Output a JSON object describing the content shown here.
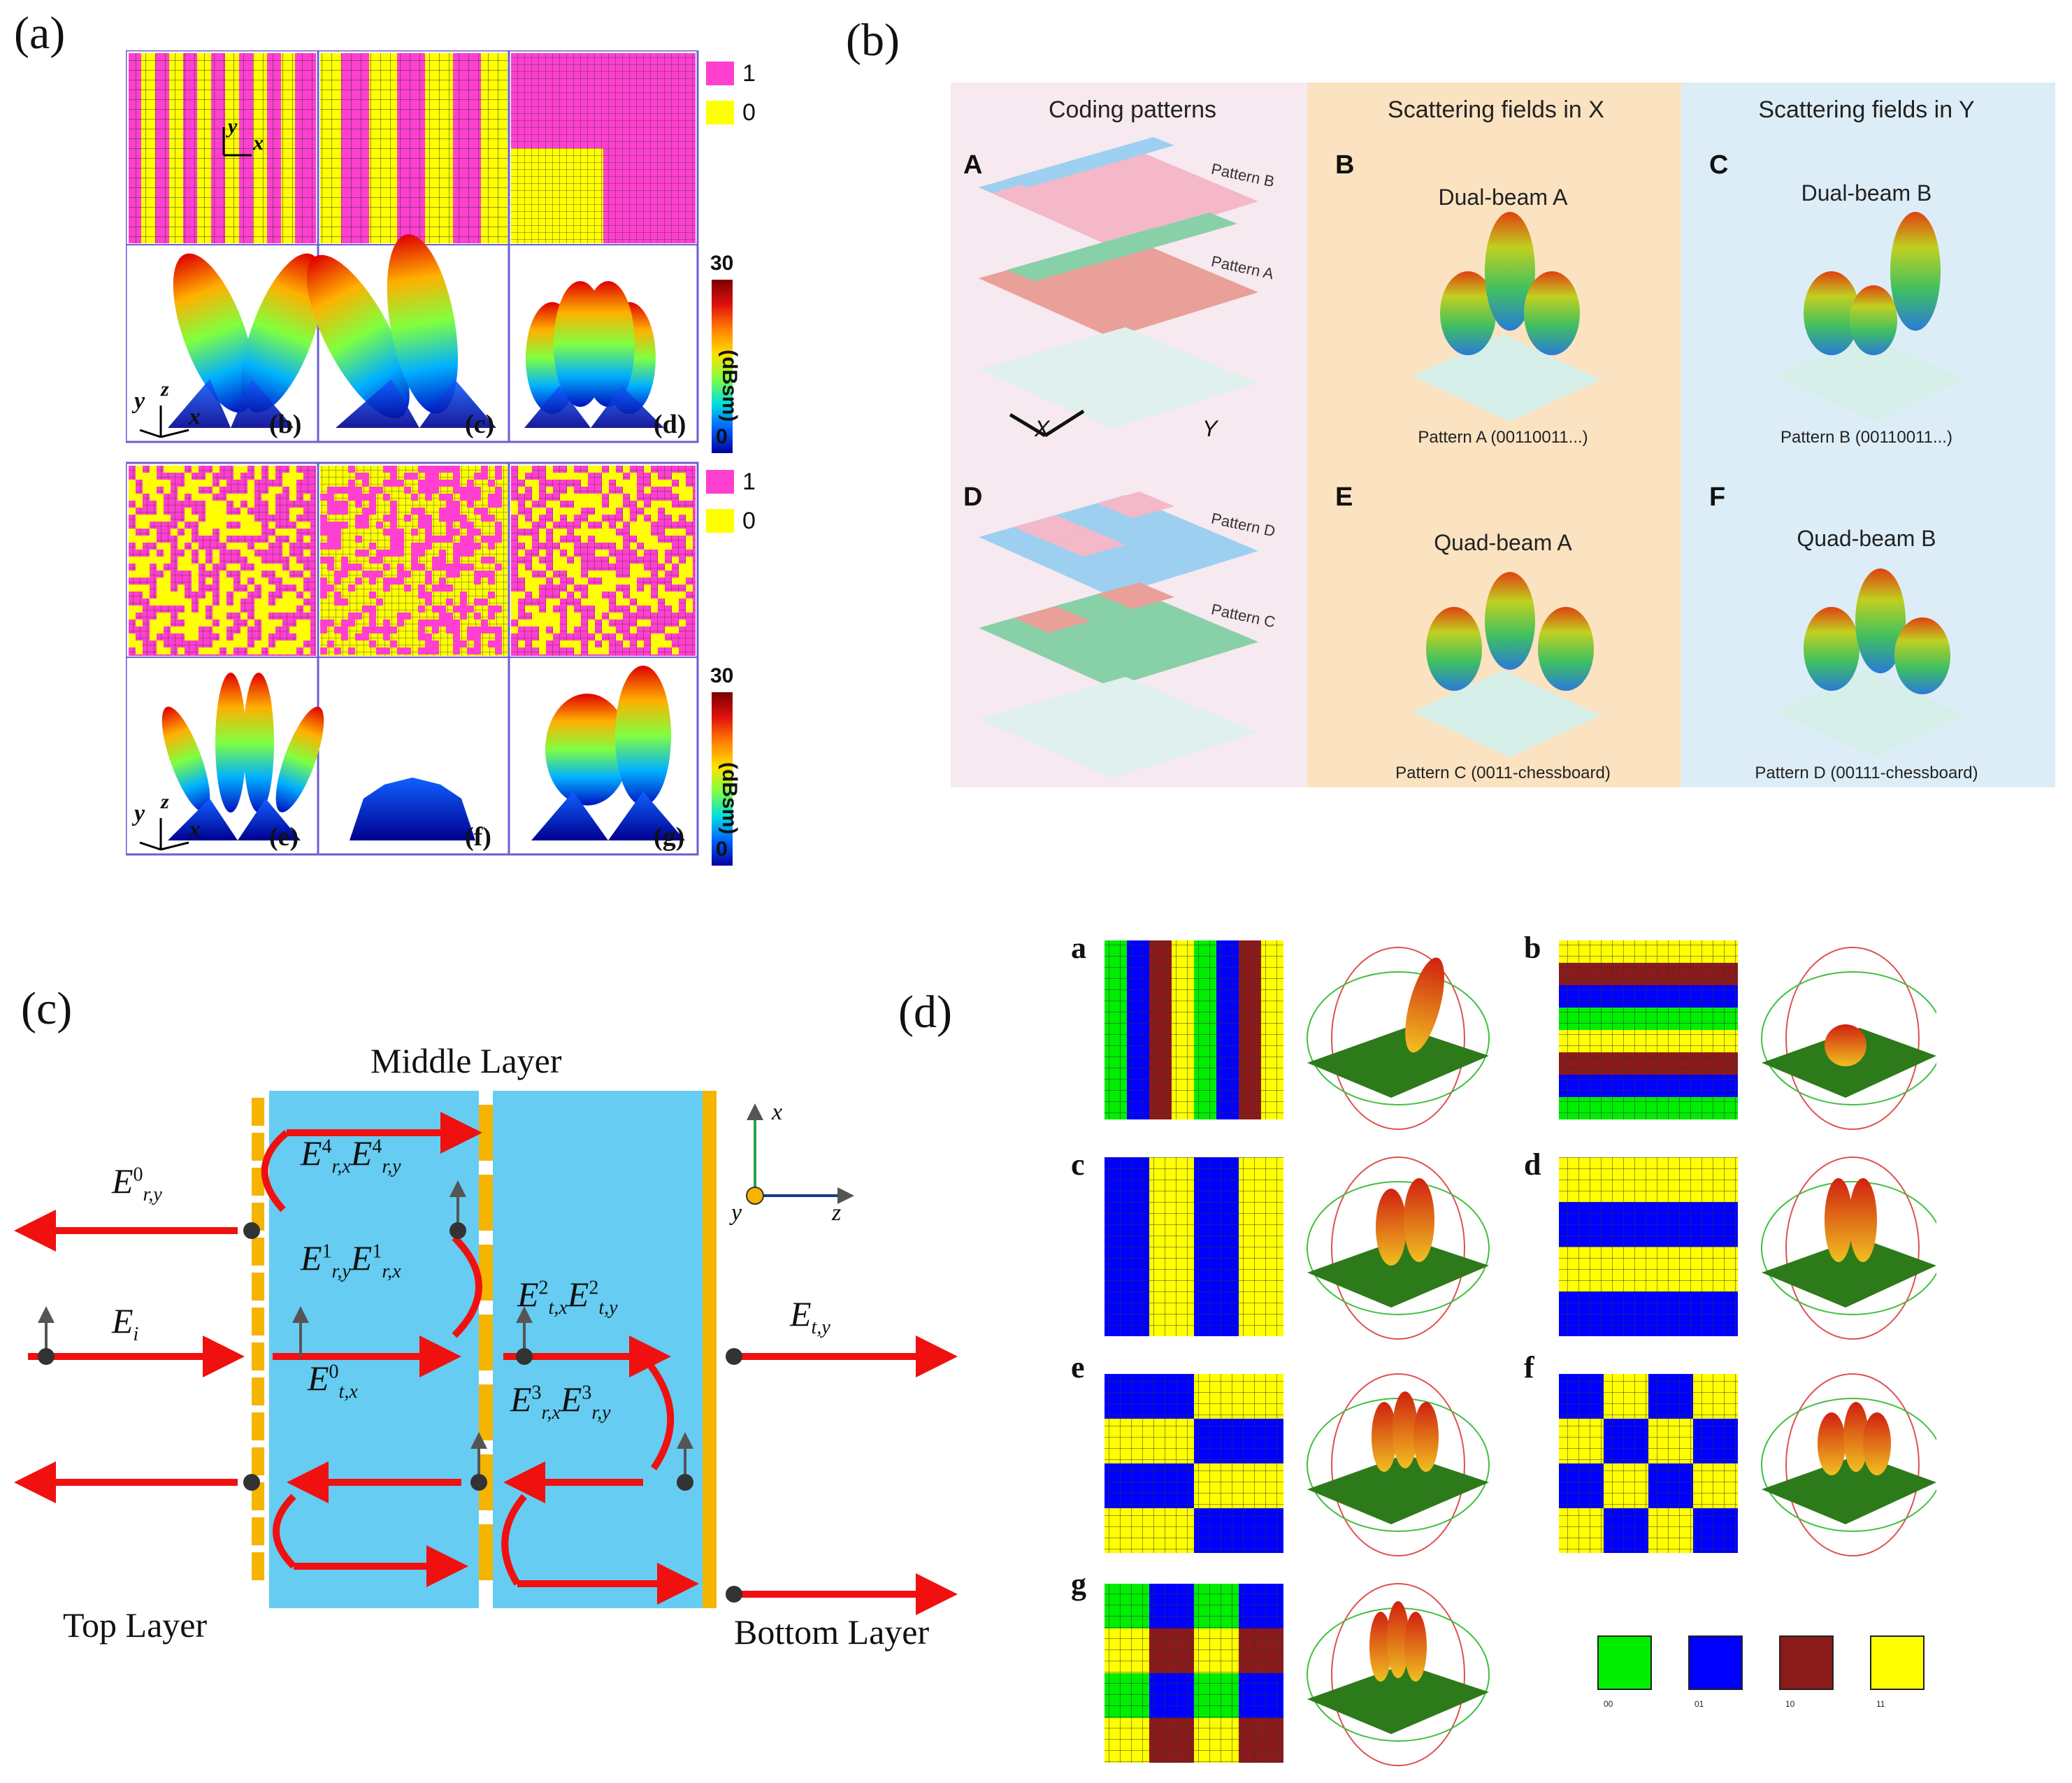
{
  "panel_labels": {
    "a": "(a)",
    "b": "(b)",
    "c": "(c)",
    "d": "(d)"
  },
  "panel_a": {
    "sub_labels": [
      "(b)",
      "(c)",
      "(d)",
      "(e)",
      "(f)",
      "(g)"
    ],
    "legend": {
      "one": "1",
      "zero": "0",
      "one_color": "#ff3fd0",
      "zero_color": "#ffff00"
    },
    "colorbar": {
      "max": "30",
      "min": "0",
      "unit": "(dBsm)"
    },
    "axes": {
      "x": "x",
      "y": "y",
      "z": "z"
    }
  },
  "panel_b": {
    "col_titles": [
      "Coding patterns",
      "Scattering fields in X",
      "Scattering fields in Y"
    ],
    "letters": [
      "A",
      "B",
      "C",
      "D",
      "E",
      "F"
    ],
    "titles": {
      "B": "Dual-beam A",
      "C": "Dual-beam B",
      "E": "Quad-beam A",
      "F": "Quad-beam B"
    },
    "captions": {
      "B": "Pattern A (00110011...)",
      "C": "Pattern B (00110011...)",
      "E": "Pattern C (0011-chessboard)",
      "F": "Pattern D (00111-chessboard)"
    },
    "pattern_tags": [
      "Pattern B",
      "Pattern A",
      "Pattern D",
      "Pattern C"
    ],
    "axis_x": "X",
    "axis_y": "Y",
    "colors": {
      "pink": "#f7e9f0",
      "orange": "#fbe2c0",
      "blue": "#dcedf7"
    }
  },
  "panel_c": {
    "middle": "Middle Layer",
    "top": "Top Layer",
    "bottom": "Bottom Layer",
    "axis_x": "x",
    "axis_y": "y",
    "axis_z": "z",
    "E_r_y_0": "E",
    "sup0": "0",
    "sub_ry": "r,y",
    "E_i": "E",
    "sub_i": "i",
    "E4": "E",
    "sup4": "4",
    "sub_rx": "r,x",
    "sub_ry2": "r,y",
    "E1": "E",
    "sup1": "1",
    "sub_ry3": "r,y",
    "sub_rx3": "r,x",
    "E0t": "E",
    "sub_tx": "t,x",
    "E2": "E",
    "sup2": "2",
    "sub_tx2": "t,x",
    "sub_ty2": "t,y",
    "E3": "E",
    "sup3": "3",
    "sub_rx4": "r,x",
    "sub_ry4": "r,y",
    "E_ty": "E",
    "sub_ty": "t,y",
    "colors": {
      "layer": "#66ccf2",
      "strip": "#f5b400",
      "arrow": "#f01010"
    }
  },
  "panel_d": {
    "letters": [
      "a",
      "b",
      "c",
      "d",
      "e",
      "f",
      "g"
    ],
    "key": [
      {
        "label": "00",
        "color": "#00ee00"
      },
      {
        "label": "01",
        "color": "#0000ff"
      },
      {
        "label": "10",
        "color": "#8b1a1a"
      },
      {
        "label": "11",
        "color": "#ffff00"
      }
    ]
  }
}
